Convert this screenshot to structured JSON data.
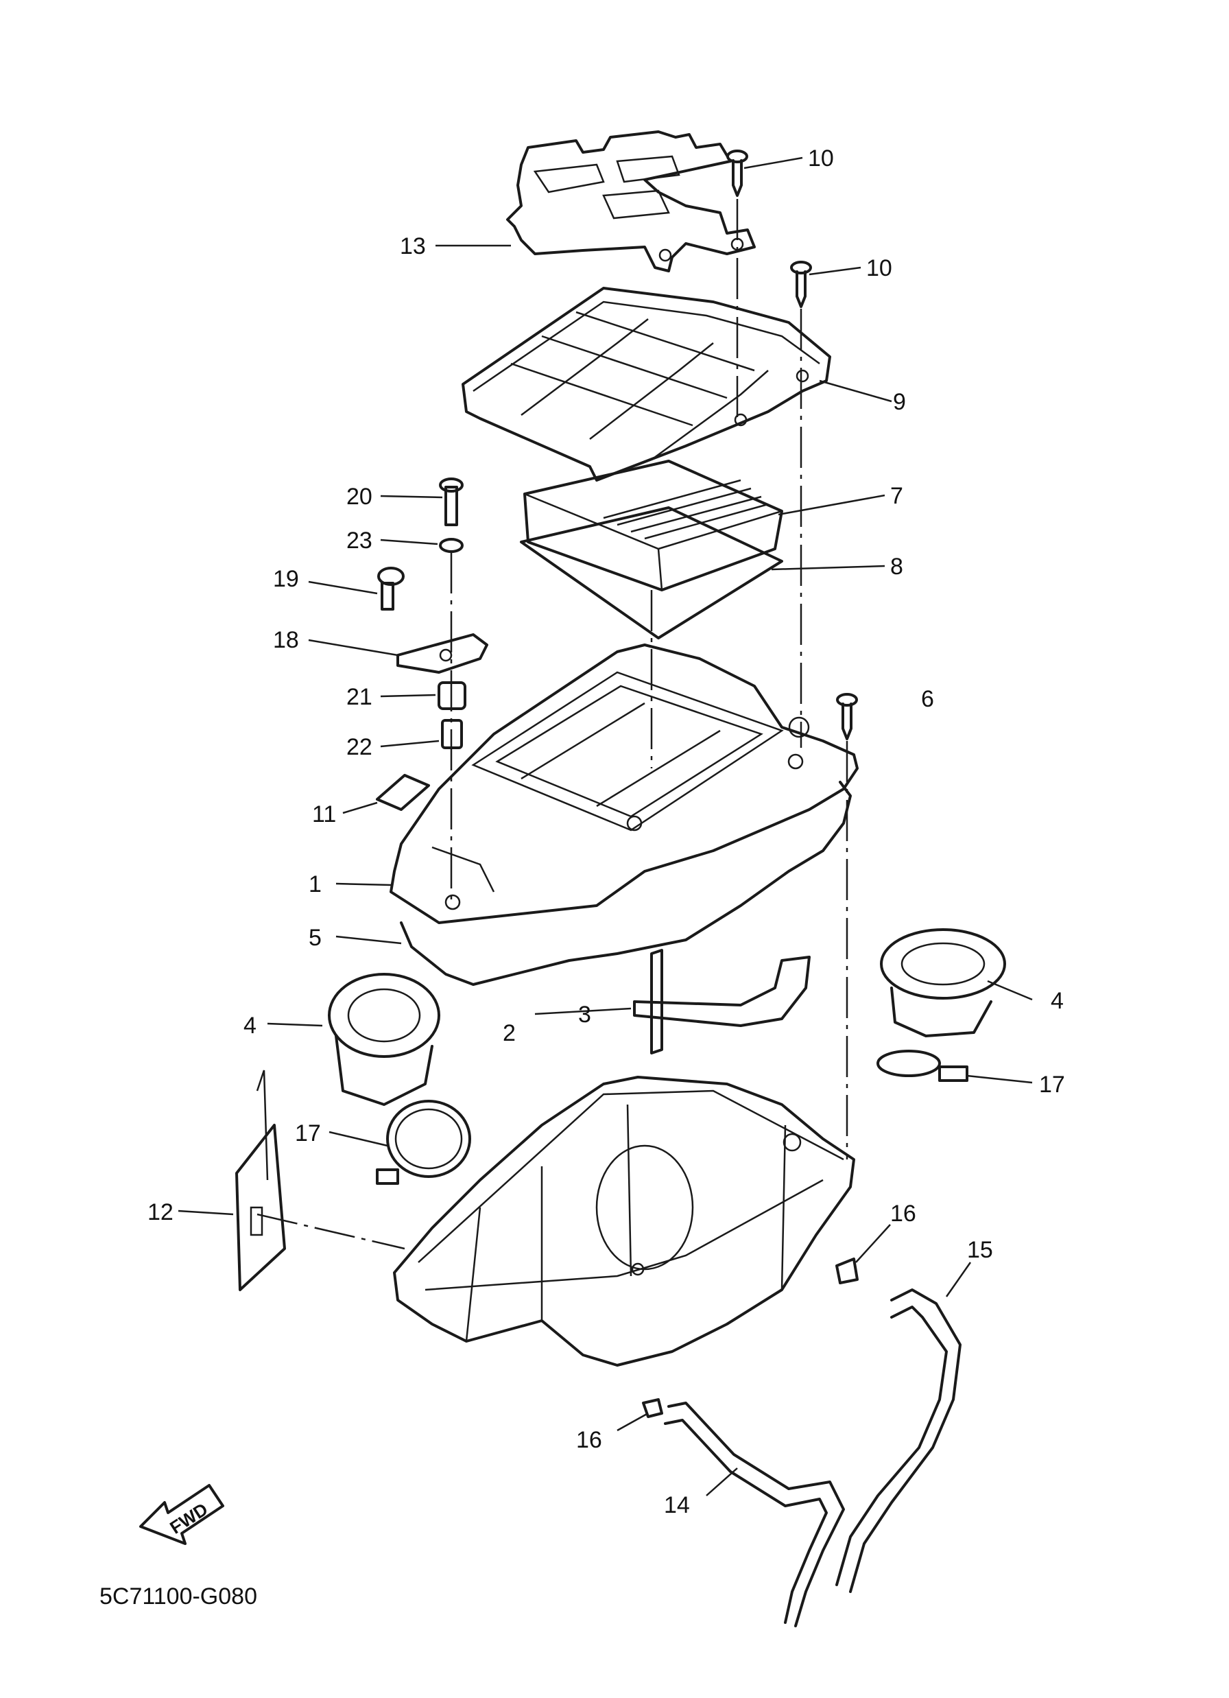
{
  "diagram_code": "5C71100-G080",
  "fwd_label": "FWD",
  "callouts": {
    "c1": "1",
    "c2": "2",
    "c3": "3",
    "c4a": "4",
    "c4b": "4",
    "c5": "5",
    "c6": "6",
    "c7": "7",
    "c8": "8",
    "c9": "9",
    "c10a": "10",
    "c10b": "10",
    "c11": "11",
    "c12": "12",
    "c13": "13",
    "c14": "14",
    "c15": "15",
    "c16a": "16",
    "c16b": "16",
    "c17a": "17",
    "c17b": "17",
    "c18": "18",
    "c19": "19",
    "c20": "20",
    "c21": "21",
    "c22": "22",
    "c23": "23"
  }
}
